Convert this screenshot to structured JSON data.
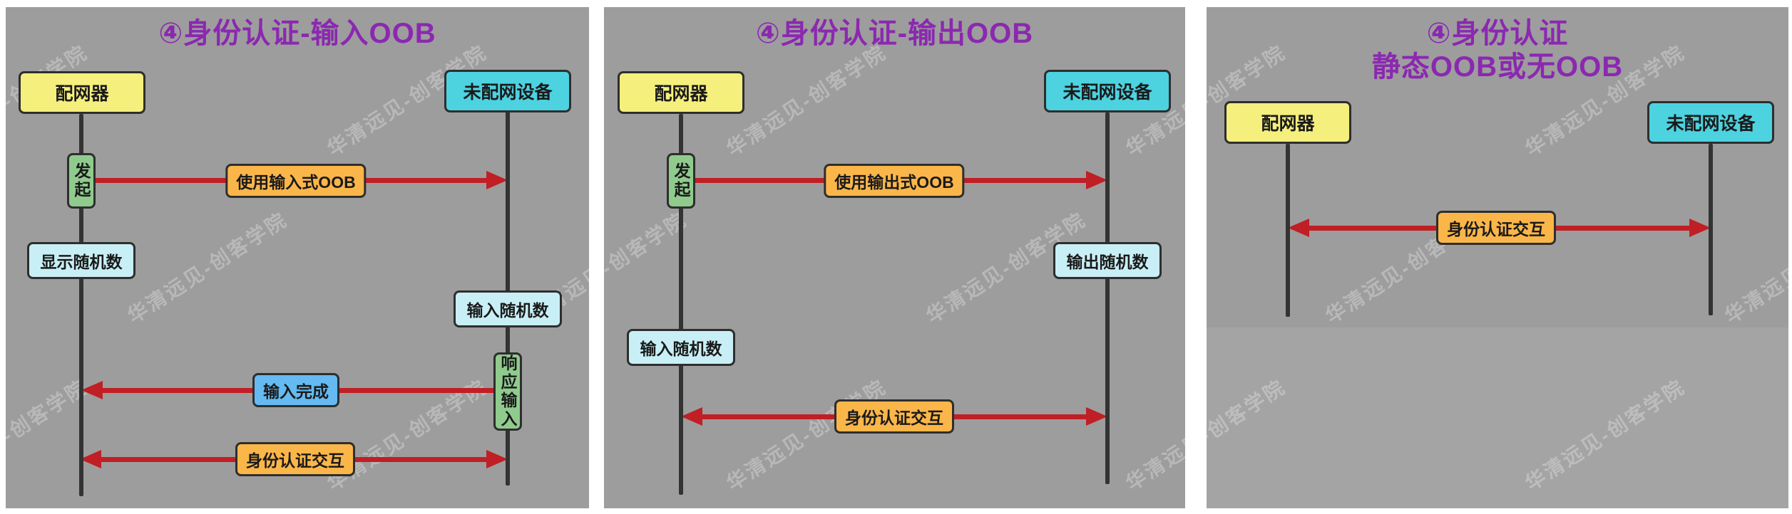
{
  "colors": {
    "panel-bg": "#9d9d9d",
    "panel3-band": "#a4a4a4",
    "title": "#8B28B0",
    "actor-provisioner": "#F5EF7D",
    "actor-device": "#4DD2E0",
    "activation": "#90CB8E",
    "note": "#C8EFF5",
    "label-orange": "#FBB64A",
    "label-blue": "#65BAF1",
    "arrow": "#C01F25"
  },
  "watermark": {
    "text": "华清远见-创客学院"
  },
  "panels": [
    {
      "title": "④身份认证-输入OOB",
      "provisioner": "配网器",
      "device": "未配网设备",
      "initiate": "发起",
      "msg_oob": "使用输入式OOB",
      "note_left": "显示随机数",
      "note_right": "输入随机数",
      "respond": "响应输入",
      "msg_input_done": "输入完成",
      "msg_auth": "身份认证交互"
    },
    {
      "title": "④身份认证-输出OOB",
      "provisioner": "配网器",
      "device": "未配网设备",
      "initiate": "发起",
      "msg_oob": "使用输出式OOB",
      "note_right": "输出随机数",
      "note_left": "输入随机数",
      "msg_auth": "身份认证交互"
    },
    {
      "title_line1": "④身份认证",
      "title_line2": "静态OOB或无OOB",
      "provisioner": "配网器",
      "device": "未配网设备",
      "msg_auth": "身份认证交互"
    }
  ]
}
